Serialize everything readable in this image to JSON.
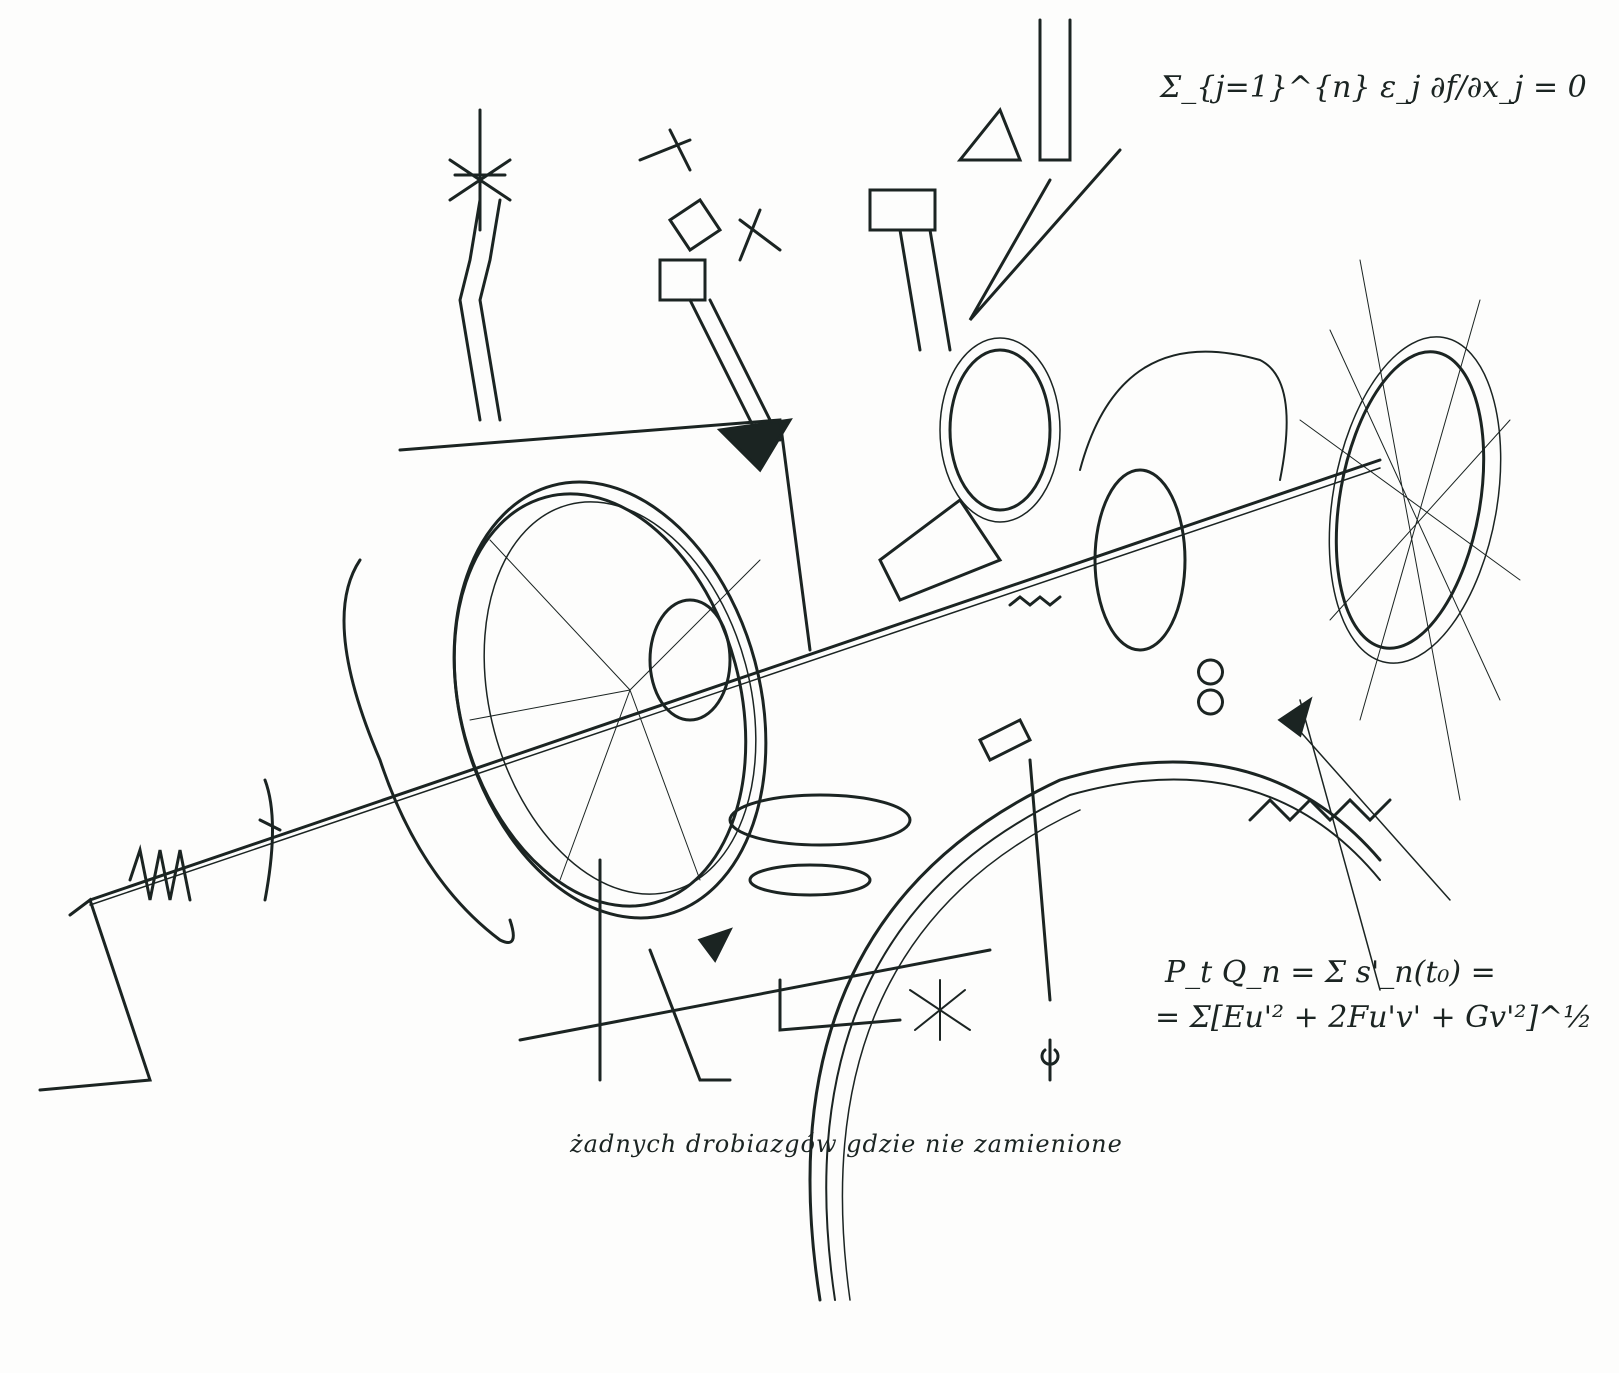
{
  "annotations": {
    "equation_top": "Σ_{j=1}^{n} ε_j ∂f/∂x_j = 0",
    "equation_right_line1": "P_t Q_n = Σ s'_n(t₀) =",
    "equation_right_line2": "= Σ[Eu'² + 2Fu'v' + Gv'²]^½",
    "caption": "żadnych drobiazgów gdzie nie zamienione"
  },
  "colors": {
    "ink": "#1b2422",
    "paper": "#fdfdfc"
  }
}
